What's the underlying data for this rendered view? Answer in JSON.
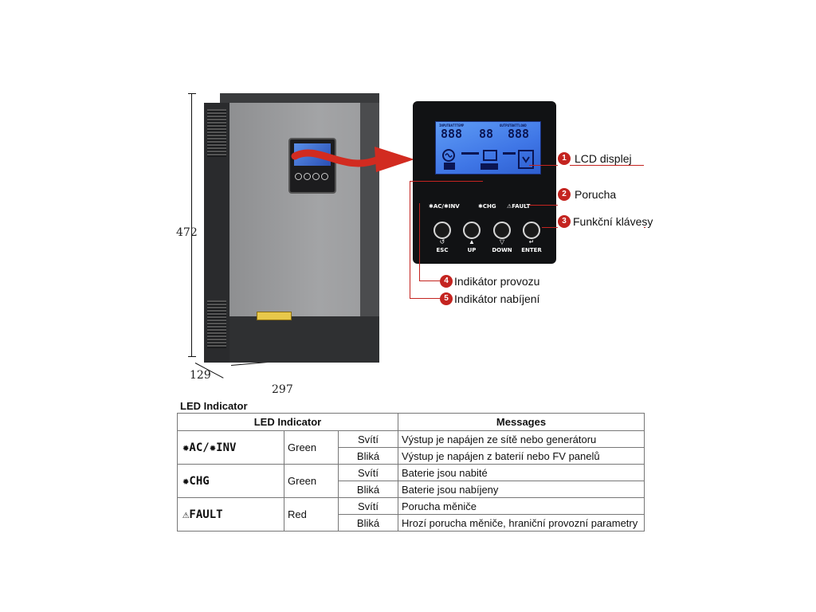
{
  "dimensions": {
    "height": "472",
    "depth": "129",
    "width": "297"
  },
  "panel": {
    "lcd_top_left": "INPUTBATTTEMP",
    "lcd_top_right": "OUTPUTBATTLOAD",
    "lcd_digits_left": "888",
    "lcd_digits_mid": "88",
    "lcd_digits_right": "888",
    "led_ac_inv": "✱AC/✱INV",
    "led_chg": "✱CHG",
    "led_fault": "⚠FAULT",
    "keys": [
      {
        "symbol": "↺",
        "label": "ESC"
      },
      {
        "symbol": "▲",
        "label": "UP"
      },
      {
        "symbol": "▽",
        "label": "DOWN"
      },
      {
        "symbol": "↵",
        "label": "ENTER"
      }
    ]
  },
  "callouts": [
    {
      "number": "1",
      "label": "LCD displej"
    },
    {
      "number": "2",
      "label": "Porucha"
    },
    {
      "number": "3",
      "label": "Funkční klávesy"
    },
    {
      "number": "4",
      "label": "Indikátor provozu"
    },
    {
      "number": "5",
      "label": "Indikátor nabíjení"
    }
  ],
  "led_table": {
    "title": "LED Indicator",
    "header": {
      "indicator": "LED Indicator",
      "messages": "Messages"
    },
    "rows": [
      {
        "indicator": "✹AC/✹INV",
        "color": "Green",
        "states": [
          {
            "state": "Svítí",
            "message": "Výstup je napájen ze sítě nebo generátoru"
          },
          {
            "state": "Bliká",
            "message": "Výstup je napájen z baterií nebo FV panelů"
          }
        ]
      },
      {
        "indicator": "✹CHG",
        "color": "Green",
        "states": [
          {
            "state": "Svítí",
            "message": "Baterie jsou nabité"
          },
          {
            "state": "Bliká",
            "message": "Baterie jsou nabíjeny"
          }
        ]
      },
      {
        "indicator": "⚠FAULT",
        "color": "Red",
        "states": [
          {
            "state": "Svítí",
            "message": "Porucha měniče"
          },
          {
            "state": "Bliká",
            "message": "Hrozí porucha měniče, hraniční provozní parametry"
          }
        ]
      }
    ]
  }
}
